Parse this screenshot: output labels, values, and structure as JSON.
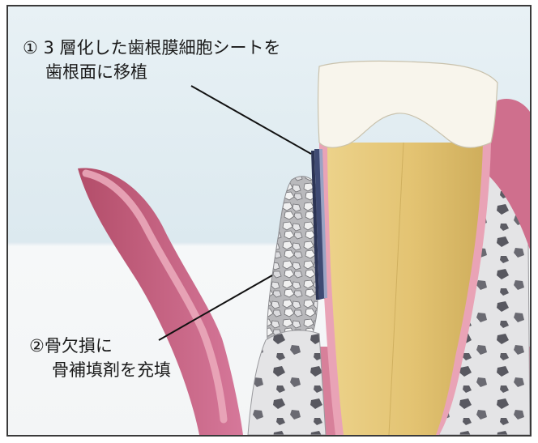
{
  "annotations": {
    "sheet_transplant": {
      "line1": "① 3 層化した歯根膜細胞シートを",
      "line2": "歯根面に移植"
    },
    "bone_fill": {
      "line1": "②骨欠損に",
      "line2": "骨補填剤を充填"
    }
  },
  "colors": {
    "background_top": "#dce9ef",
    "gum": "#c8607a",
    "gum_highlight": "#e8a7b8",
    "enamel": "#f7f4ea",
    "dentin": "#e7cb7c",
    "bone": "#c9c9cb",
    "cell_sheet": "#3f4a73"
  }
}
